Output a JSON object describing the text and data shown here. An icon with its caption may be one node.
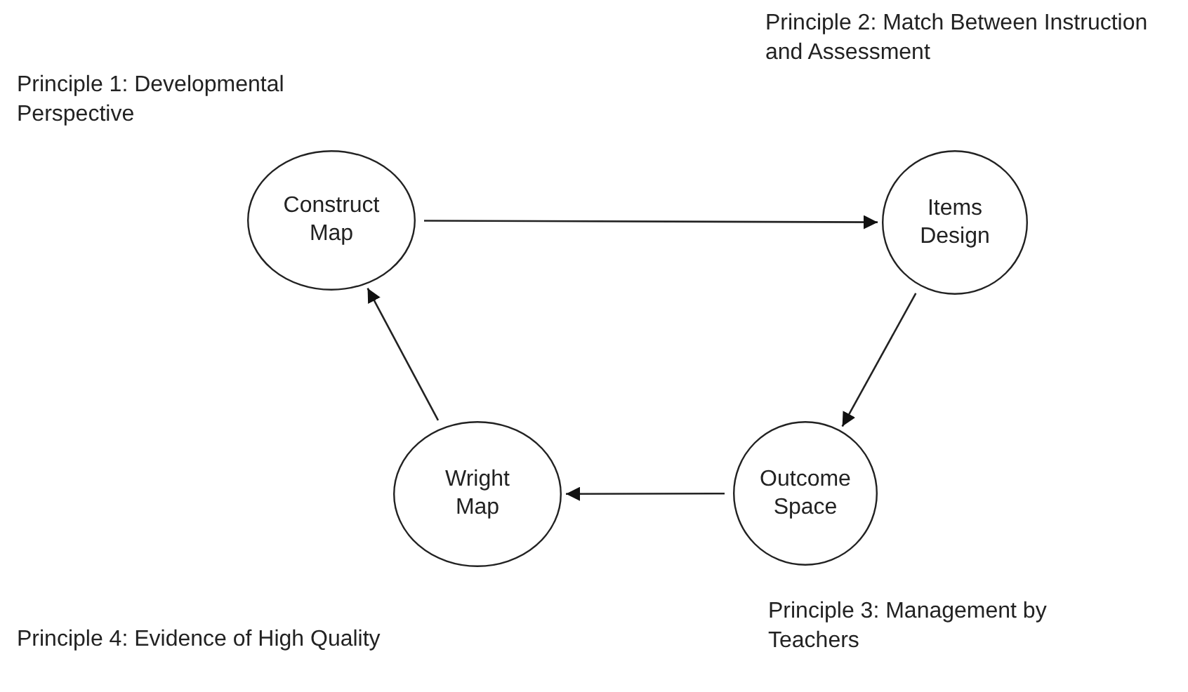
{
  "diagram": {
    "nodes": [
      {
        "text": [
          "Construct Map"
        ]
      },
      {
        "text": [
          "Items Design"
        ]
      },
      {
        "text": [
          "Outcome Space"
        ]
      },
      {
        "text": [
          "Wright Map"
        ]
      }
    ],
    "edges": [
      {
        "from": 0,
        "to": 1,
        "arrow": "to"
      },
      {
        "from": 1,
        "to": 2,
        "arrow": "to"
      },
      {
        "from": 2,
        "to": 3,
        "arrow": "to"
      },
      {
        "from": 3,
        "to": 0,
        "arrow": "to"
      }
    ],
    "labels": [
      "Principle 1: Developmental Perspective",
      "Principle 2: Match Between Instruction and Assessment",
      "Principle 3: Management by Teachers",
      "Principle 4: Evidence of High Quality"
    ]
  }
}
